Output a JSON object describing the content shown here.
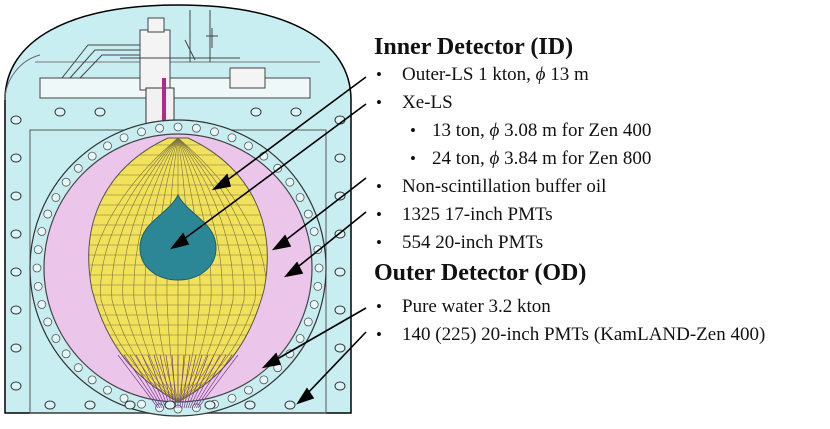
{
  "sections": {
    "inner": {
      "heading": "Inner Detector (ID)",
      "items": [
        {
          "pre": "Outer-LS 1 kton, ",
          "phi": "ϕ",
          "post": " 13 m"
        },
        {
          "pre": "Xe-LS",
          "phi": "",
          "post": ""
        },
        {
          "pre": "13 ton, ",
          "phi": "ϕ",
          "post": " 3.08 m for Zen 400",
          "sub": true
        },
        {
          "pre": "24 ton, ",
          "phi": "ϕ",
          "post": " 3.84 m for Zen 800",
          "sub": true
        },
        {
          "pre": "Non-scintillation buffer oil",
          "phi": "",
          "post": ""
        },
        {
          "pre": "1325 17-inch PMTs",
          "phi": "",
          "post": ""
        },
        {
          "pre": "554 20-inch PMTs",
          "phi": "",
          "post": ""
        }
      ]
    },
    "outer": {
      "heading": "Outer Detector (OD)",
      "items": [
        {
          "pre": "Pure water 3.2 kton",
          "phi": "",
          "post": ""
        },
        {
          "pre": "140 (225) 20-inch PMTs (KamLAND-Zen 400)",
          "phi": "",
          "post": ""
        }
      ]
    }
  },
  "bullet_char": "•",
  "colors": {
    "water": "#c9eef2",
    "buffer_oil": "#ecc6ea",
    "balloon_ls": "#f2e15a",
    "xe_ls": "#2b8796",
    "steel": "#000000"
  }
}
